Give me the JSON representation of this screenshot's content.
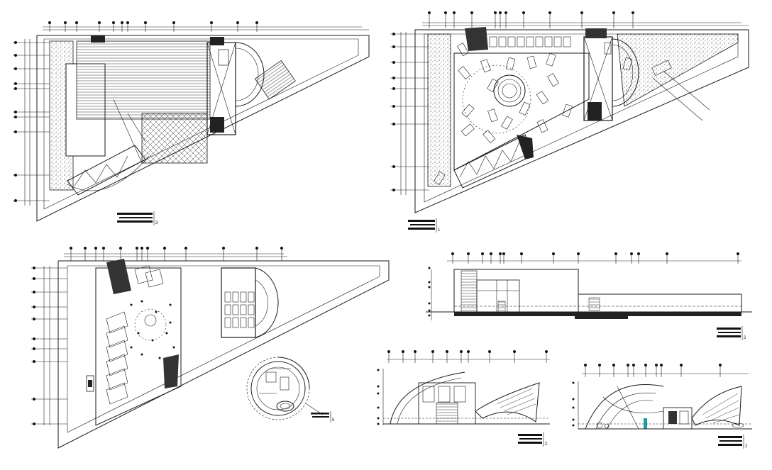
{
  "sheet": {
    "background": "#ffffff",
    "line_color": "#1a1a1a"
  },
  "drawings": [
    {
      "id": "floor-plan-ground",
      "kind": "plan",
      "sheet_tag": "3"
    },
    {
      "id": "floor-plan-showroom",
      "kind": "plan",
      "sheet_tag": "1"
    },
    {
      "id": "floor-plan-upper",
      "kind": "plan",
      "sheet_tag": ""
    },
    {
      "id": "floor-plan-tower",
      "kind": "plan",
      "sheet_tag": "5"
    },
    {
      "id": "section-long",
      "kind": "section",
      "sheet_tag": "2"
    },
    {
      "id": "elevation-front",
      "kind": "elevation",
      "sheet_tag": "2"
    },
    {
      "id": "elevation-side",
      "kind": "elevation",
      "sheet_tag": "2"
    }
  ]
}
